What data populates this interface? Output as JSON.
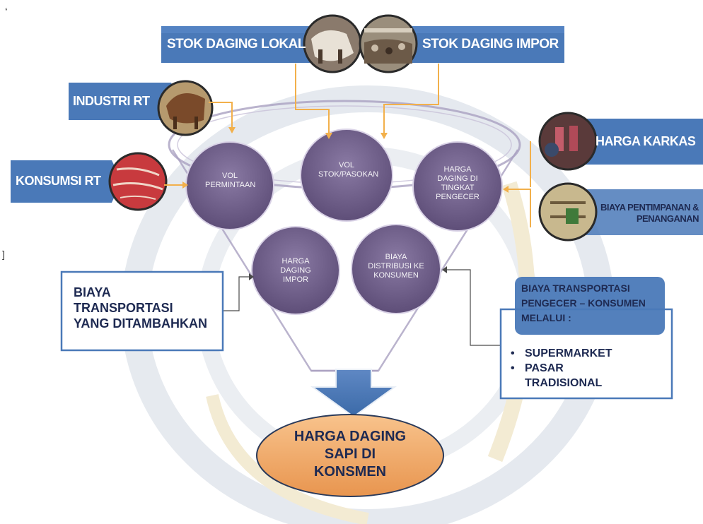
{
  "top_left_label": "STOK DAGING LOKAL",
  "top_right_label": "STOK DAGING IMPOR",
  "industri_label": "INDUSTRI RT",
  "konsumsi_label": "KONSUMSI RT",
  "harga_karkas_label": "HARGA KARKAS",
  "biaya_penyimpanan_label": "BIAYA PENTIMPANAN & PENANGANAN",
  "circles": {
    "vol_permintaan": "VOL PERMINTAAN",
    "vol_stok": "VOL STOK/PASOKAN",
    "harga_pengecer": "HARGA DAGING DI TINGKAT PENGECER",
    "harga_impor": "HARGA DAGING IMPOR",
    "biaya_distribusi": "BIAYA DISTRIBUSI KE KONSUMEN"
  },
  "biaya_transportasi_box": "BIAYA TRANSPORTASI YANG DITAMBAHKAN",
  "pengecer_title": "BIAYA TRANSPORTASI PENGECER – KONSUMEN MELALUI :",
  "pengecer_items": [
    "SUPERMARKET",
    "PASAR TRADISIONAL"
  ],
  "result_label": "HARGA DAGING SAPI DI KONSMEN",
  "colors": {
    "label_blue": "#4a79b8",
    "circle_purple": "#73628d",
    "arrow_orange": "#f2b04b",
    "result_orange": "#f0a86a",
    "navy_text": "#1e2a52"
  },
  "photo_icons": [
    "cattle-photo-icon",
    "cattle-yard-photo-icon",
    "cow-photo-icon",
    "raw-meat-photo-icon",
    "butcher-photo-icon",
    "storage-photo-icon"
  ]
}
